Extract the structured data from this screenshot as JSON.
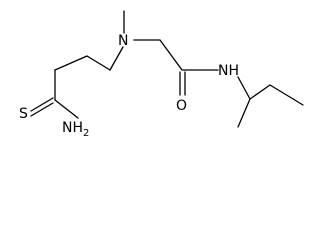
{
  "molecule": {
    "atoms": {
      "sulfur": "S",
      "amine_nitrogen": "N",
      "amide_n": "NH",
      "amide_oxygen": "O",
      "thioamide_nh2": "NH",
      "thioamide_nh2_subscript": "2"
    }
  }
}
